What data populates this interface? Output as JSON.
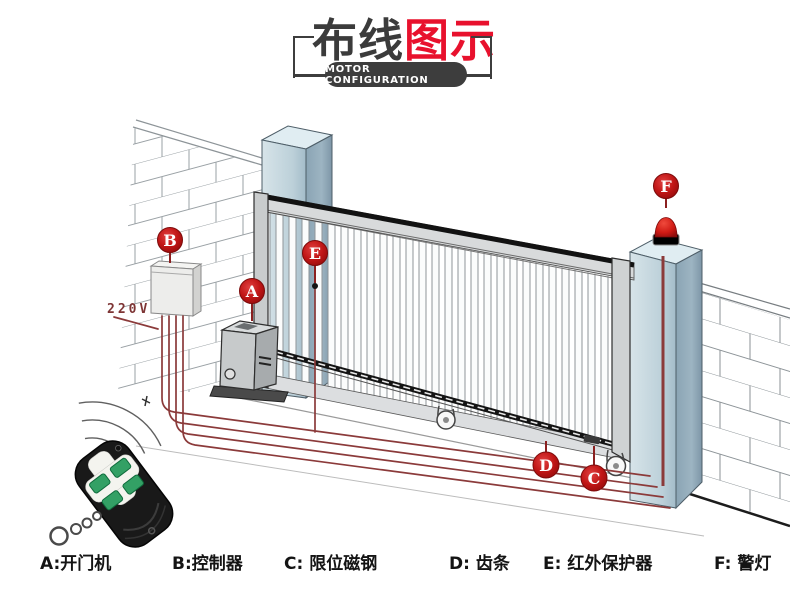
{
  "header": {
    "title_primary": "布线",
    "title_accent": "图示",
    "subtitle": "MOTOR CONFIGURATION"
  },
  "diagram": {
    "voltage": "220V",
    "markers": {
      "a": "A",
      "b": "B",
      "c": "C",
      "d": "D",
      "e": "E",
      "f": "F"
    }
  },
  "legend": {
    "items": [
      {
        "text": "A:开门机"
      },
      {
        "text": "B:控制器"
      },
      {
        "text": "C: 限位磁钢"
      },
      {
        "text": "D: 齿条"
      },
      {
        "text": "E: 红外保护器"
      },
      {
        "text": "F: 警灯"
      }
    ]
  },
  "colors": {
    "accent_red": "#e8112d",
    "marker_red": "#b41212",
    "wire_maroon": "#8b3a3a",
    "badge_bg": "#3d3d3d",
    "pillar_blue": "#b9cdd7"
  }
}
